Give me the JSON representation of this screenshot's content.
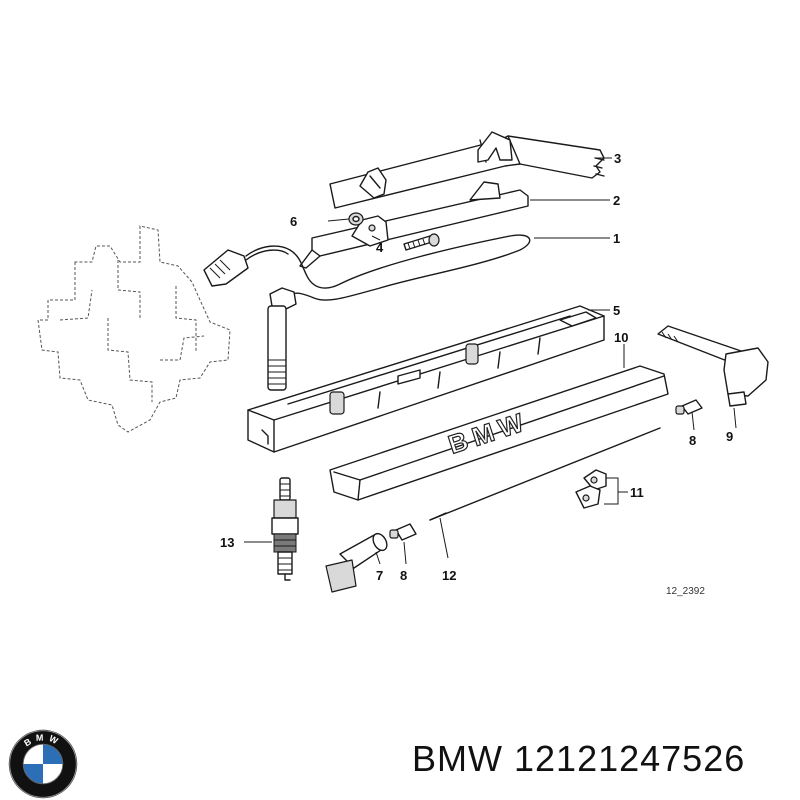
{
  "diagram": {
    "callouts": [
      "1",
      "2",
      "3",
      "4",
      "5",
      "6",
      "7",
      "8",
      "8",
      "9",
      "10",
      "11",
      "12",
      "13"
    ],
    "reference_code": "12_2392",
    "cover_lettering": "BMW"
  },
  "footer": {
    "brand": "BMW",
    "part_number": "12121247526",
    "logo_letters": "BMW",
    "logo_colors": {
      "ring": "#111111",
      "blue": "#2d6fb6",
      "white": "#ffffff"
    }
  }
}
